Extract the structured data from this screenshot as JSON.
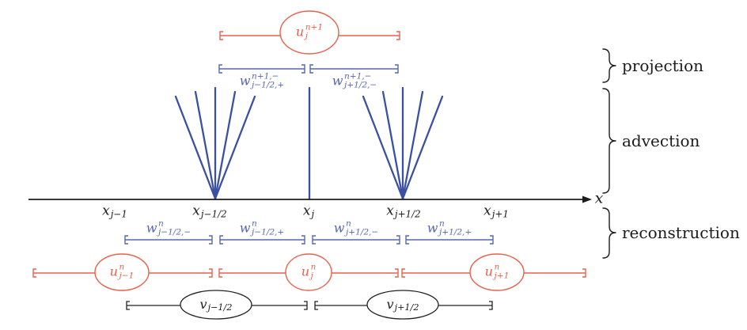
{
  "colors": {
    "red": "#E8614B",
    "blue": "#5767AF",
    "blue_dark": "#3C50A1",
    "ink": "#1C1C1C"
  },
  "axis": {
    "label": "x",
    "ticks": [
      {
        "base": "x",
        "sub": "j−1"
      },
      {
        "base": "x",
        "sub": "j−1/2"
      },
      {
        "base": "x",
        "sub": "j"
      },
      {
        "base": "x",
        "sub": "j+1/2"
      },
      {
        "base": "x",
        "sub": "j+1"
      }
    ]
  },
  "phases": {
    "projection": "projection",
    "advection": "advection",
    "reconstruction": "reconstruction"
  },
  "projection_row": {
    "cell_avg": {
      "base": "u",
      "sup": "n+1",
      "sub": "j"
    },
    "halves": [
      {
        "base": "w",
        "sup": "n+1,−",
        "sub": "j−1/2,+"
      },
      {
        "base": "w",
        "sup": "n+1,−",
        "sub": "j+1/2,−"
      }
    ]
  },
  "reconstruction_row": {
    "halves": [
      {
        "base": "w",
        "sup": "n",
        "sub": "j−1/2,−"
      },
      {
        "base": "w",
        "sup": "n",
        "sub": "j−1/2,+"
      },
      {
        "base": "w",
        "sup": "n",
        "sub": "j+1/2,−"
      },
      {
        "base": "w",
        "sup": "n",
        "sub": "j+1/2,+"
      }
    ],
    "cell_avgs": [
      {
        "base": "u",
        "sup": "n",
        "sub": "j−1"
      },
      {
        "base": "u",
        "sup": "n",
        "sub": "j"
      },
      {
        "base": "u",
        "sup": "n",
        "sub": "j+1"
      }
    ],
    "dual_avgs": [
      {
        "base": "v",
        "sub": "j−1/2"
      },
      {
        "base": "v",
        "sub": "j+1/2"
      }
    ]
  }
}
